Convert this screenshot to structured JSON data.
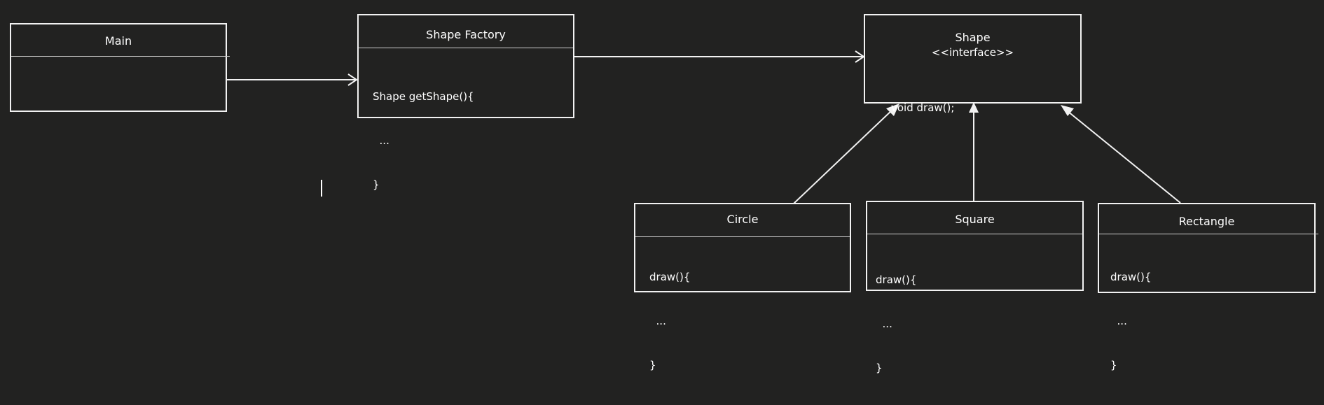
{
  "colors": {
    "background": "#222221",
    "stroke": "#f2f2f2",
    "text": "#ffffff"
  },
  "main": {
    "title": "Main"
  },
  "factory": {
    "title": "Shape Factory",
    "body": [
      "Shape getShape(){",
      "  ...",
      "}"
    ]
  },
  "shape": {
    "title": "Shape",
    "stereotype": "<<interface>>",
    "body": [
      "void draw();"
    ]
  },
  "circle": {
    "title": "Circle",
    "body": [
      "draw(){",
      "  ...",
      "}"
    ]
  },
  "square": {
    "title": "Square",
    "body": [
      "draw(){",
      "  ...",
      "}"
    ]
  },
  "rectangle": {
    "title": "Rectangle",
    "body": [
      "draw(){",
      "  ...",
      "}"
    ]
  }
}
